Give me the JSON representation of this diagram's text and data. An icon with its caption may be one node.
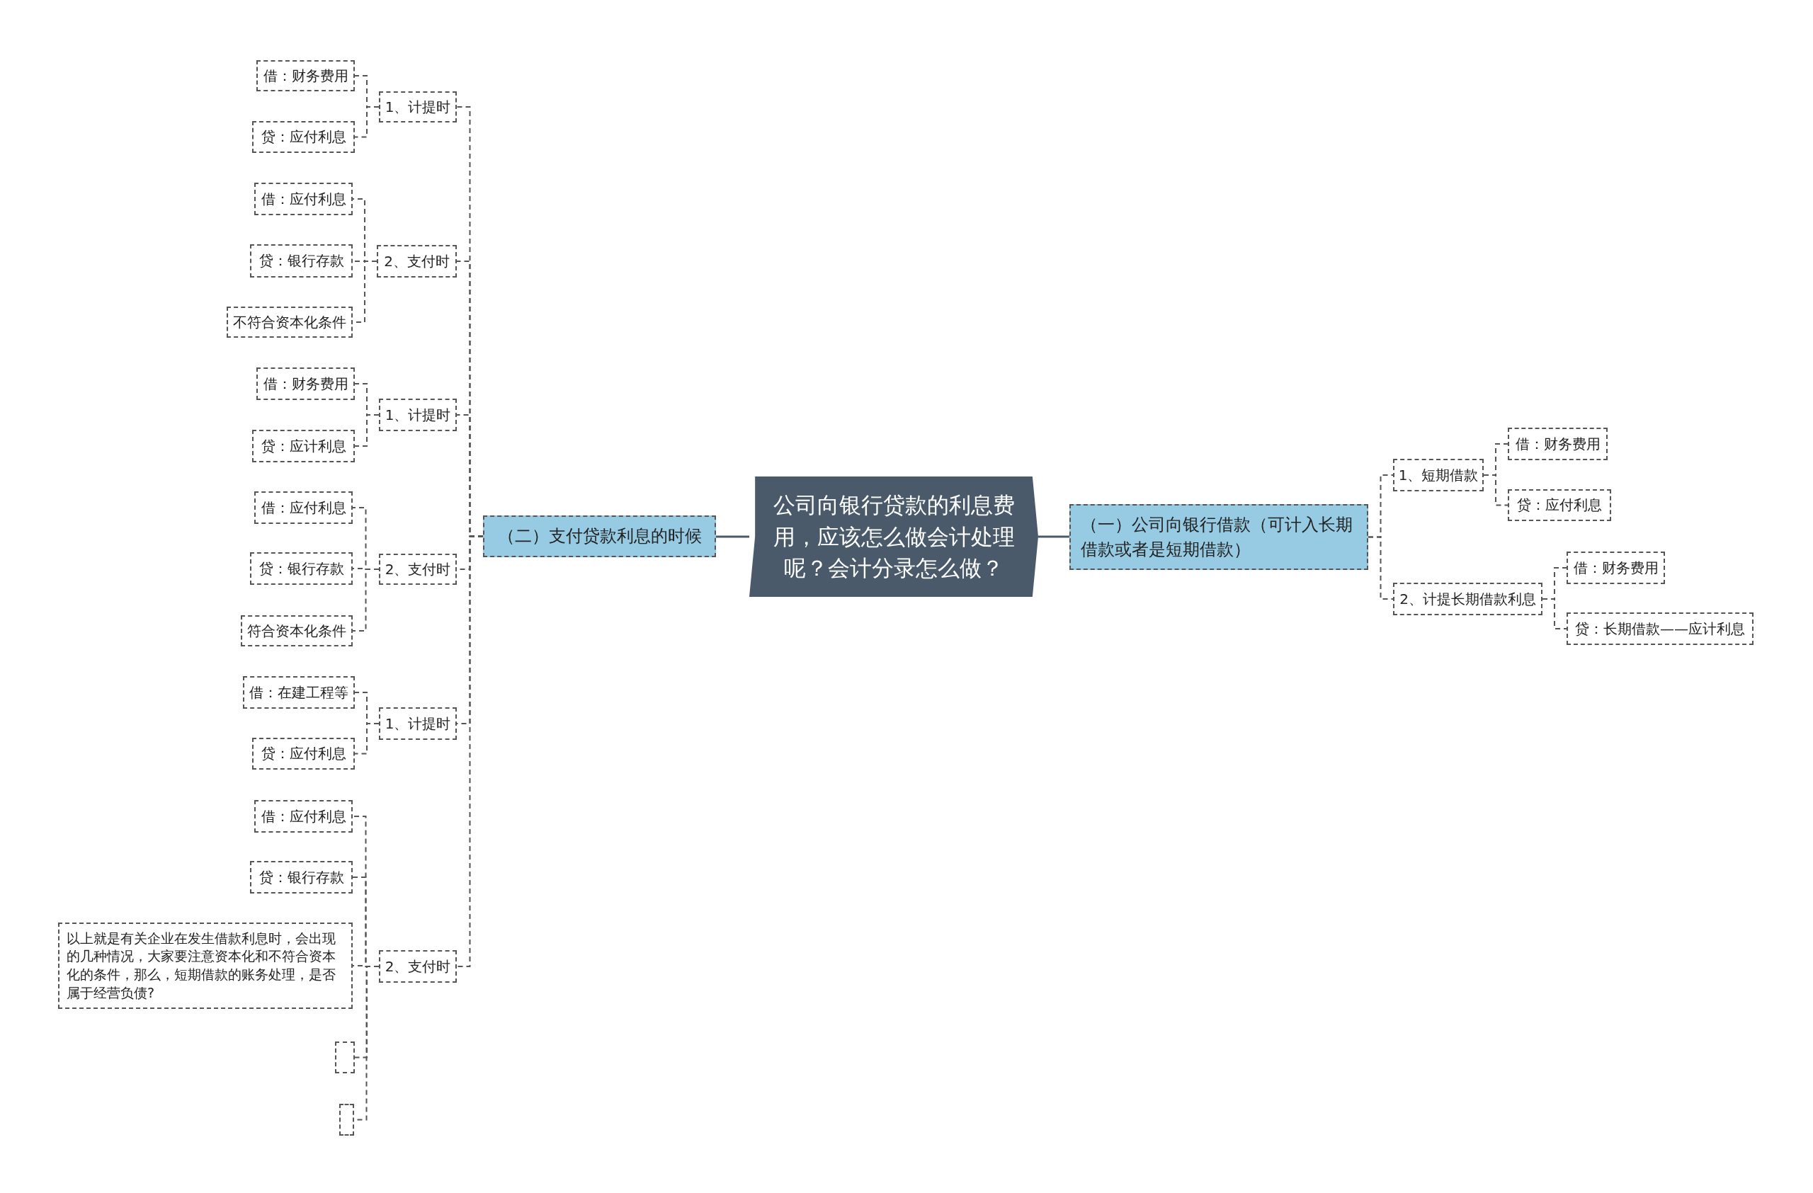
{
  "diagram": {
    "nodes": [
      {
        "text": [
          "公司向银行贷款的利息费用，应该怎么做会计处理呢？会计分录怎么做？"
        ]
      },
      {
        "text": [
          "（一）公司向银行借款（可计入长期借款或者是短期借款）"
        ]
      },
      {
        "text": [
          "1、短期借款"
        ]
      },
      {
        "text": [
          "借：财务费用"
        ]
      },
      {
        "text": [
          "贷：应付利息"
        ]
      },
      {
        "text": [
          "2、计提长期借款利息"
        ]
      },
      {
        "text": [
          "借：财务费用"
        ]
      },
      {
        "text": [
          "贷：长期借款——应计利息"
        ]
      },
      {
        "text": [
          "（二）支付贷款利息的时候"
        ]
      },
      {
        "text": [
          "1、计提时"
        ]
      },
      {
        "text": [
          "借：财务费用"
        ]
      },
      {
        "text": [
          "贷：应付利息"
        ]
      },
      {
        "text": [
          "2、支付时"
        ]
      },
      {
        "text": [
          "借：应付利息"
        ]
      },
      {
        "text": [
          "贷：银行存款"
        ]
      },
      {
        "text": [
          "不符合资本化条件"
        ]
      },
      {
        "text": [
          "1、计提时"
        ]
      },
      {
        "text": [
          "借：财务费用"
        ]
      },
      {
        "text": [
          "贷：应计利息"
        ]
      },
      {
        "text": [
          "2、支付时"
        ]
      },
      {
        "text": [
          "借：应付利息"
        ]
      },
      {
        "text": [
          "贷：银行存款"
        ]
      },
      {
        "text": [
          "符合资本化条件"
        ]
      },
      {
        "text": [
          "1、计提时"
        ]
      },
      {
        "text": [
          "借：在建工程等"
        ]
      },
      {
        "text": [
          "贷：应付利息"
        ]
      },
      {
        "text": [
          "2、支付时"
        ]
      },
      {
        "text": [
          "借：应付利息"
        ]
      },
      {
        "text": [
          "贷：银行存款"
        ]
      },
      {
        "text": [
          "以上就是有关企业在发生借款利息时，会出现的几种情况，大家要注意资本化和不符合资本化的条件，那么，短期借款的账务处理，是否属于经营负债?"
        ]
      },
      {
        "text": [],
        "shape": "box"
      },
      {
        "text": [],
        "shape": "box"
      }
    ],
    "edges": [
      {
        "from": 0,
        "to": 1,
        "arrow": "none",
        "color": "#4a5a6a"
      },
      {
        "from": 0,
        "to": 8,
        "arrow": "none",
        "color": "#4a5a6a"
      },
      {
        "from": 1,
        "to": 2,
        "arrow": "none",
        "style": "dashed"
      },
      {
        "from": 1,
        "to": 5,
        "arrow": "none",
        "style": "dashed"
      },
      {
        "from": 2,
        "to": 3,
        "arrow": "none",
        "style": "dashed"
      },
      {
        "from": 2,
        "to": 4,
        "arrow": "none",
        "style": "dashed"
      },
      {
        "from": 5,
        "to": 6,
        "arrow": "none",
        "style": "dashed"
      },
      {
        "from": 5,
        "to": 7,
        "arrow": "none",
        "style": "dashed"
      },
      {
        "from": 8,
        "to": 9,
        "arrow": "none",
        "style": "dashed"
      },
      {
        "from": 8,
        "to": 12,
        "arrow": "none",
        "style": "dashed"
      },
      {
        "from": 8,
        "to": 16,
        "arrow": "none",
        "style": "dashed"
      },
      {
        "from": 8,
        "to": 19,
        "arrow": "none",
        "style": "dashed"
      },
      {
        "from": 8,
        "to": 23,
        "arrow": "none",
        "style": "dashed"
      },
      {
        "from": 8,
        "to": 26,
        "arrow": "none",
        "style": "dashed"
      },
      {
        "from": 9,
        "to": 10,
        "arrow": "none",
        "style": "dashed"
      },
      {
        "from": 9,
        "to": 11,
        "arrow": "none",
        "style": "dashed"
      },
      {
        "from": 12,
        "to": 13,
        "arrow": "none",
        "style": "dashed"
      },
      {
        "from": 12,
        "to": 14,
        "arrow": "none",
        "style": "dashed"
      },
      {
        "from": 12,
        "to": 15,
        "arrow": "none",
        "style": "dashed"
      },
      {
        "from": 16,
        "to": 17,
        "arrow": "none",
        "style": "dashed"
      },
      {
        "from": 16,
        "to": 18,
        "arrow": "none",
        "style": "dashed"
      },
      {
        "from": 19,
        "to": 20,
        "arrow": "none",
        "style": "dashed"
      },
      {
        "from": 19,
        "to": 21,
        "arrow": "none",
        "style": "dashed"
      },
      {
        "from": 19,
        "to": 22,
        "arrow": "none",
        "style": "dashed"
      },
      {
        "from": 23,
        "to": 24,
        "arrow": "none",
        "style": "dashed"
      },
      {
        "from": 23,
        "to": 25,
        "arrow": "none",
        "style": "dashed"
      },
      {
        "from": 26,
        "to": 27,
        "arrow": "none",
        "style": "dashed"
      },
      {
        "from": 26,
        "to": 28,
        "arrow": "none",
        "style": "dashed"
      },
      {
        "from": 26,
        "to": 29,
        "arrow": "none",
        "style": "dashed"
      },
      {
        "from": 26,
        "to": 30,
        "arrow": "none",
        "style": "dashed"
      },
      {
        "from": 26,
        "to": 31,
        "arrow": "none",
        "style": "dashed"
      }
    ]
  }
}
